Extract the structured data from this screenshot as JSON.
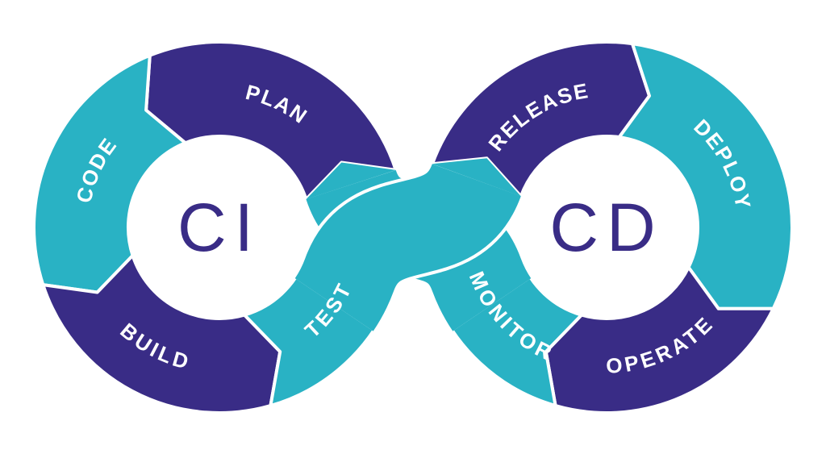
{
  "diagram": {
    "center_labels": {
      "left": "CI",
      "right": "CD"
    },
    "colors": {
      "teal": "#29b2c4",
      "purple": "#392c86",
      "label_text": "#ffffff",
      "background": "#ffffff"
    },
    "segments": [
      {
        "id": "plan",
        "label": "PLAN",
        "color": "purple",
        "loop": "left"
      },
      {
        "id": "code",
        "label": "CODE",
        "color": "teal",
        "loop": "left"
      },
      {
        "id": "build",
        "label": "BUILD",
        "color": "purple",
        "loop": "left"
      },
      {
        "id": "test",
        "label": "TEST",
        "color": "teal",
        "loop": "left"
      },
      {
        "id": "release",
        "label": "RELEASE",
        "color": "purple",
        "loop": "right"
      },
      {
        "id": "deploy",
        "label": "DEPLOY",
        "color": "teal",
        "loop": "right"
      },
      {
        "id": "operate",
        "label": "OPERATE",
        "color": "purple",
        "loop": "right"
      },
      {
        "id": "monitor",
        "label": "MONITOR",
        "color": "teal",
        "loop": "right"
      }
    ]
  }
}
